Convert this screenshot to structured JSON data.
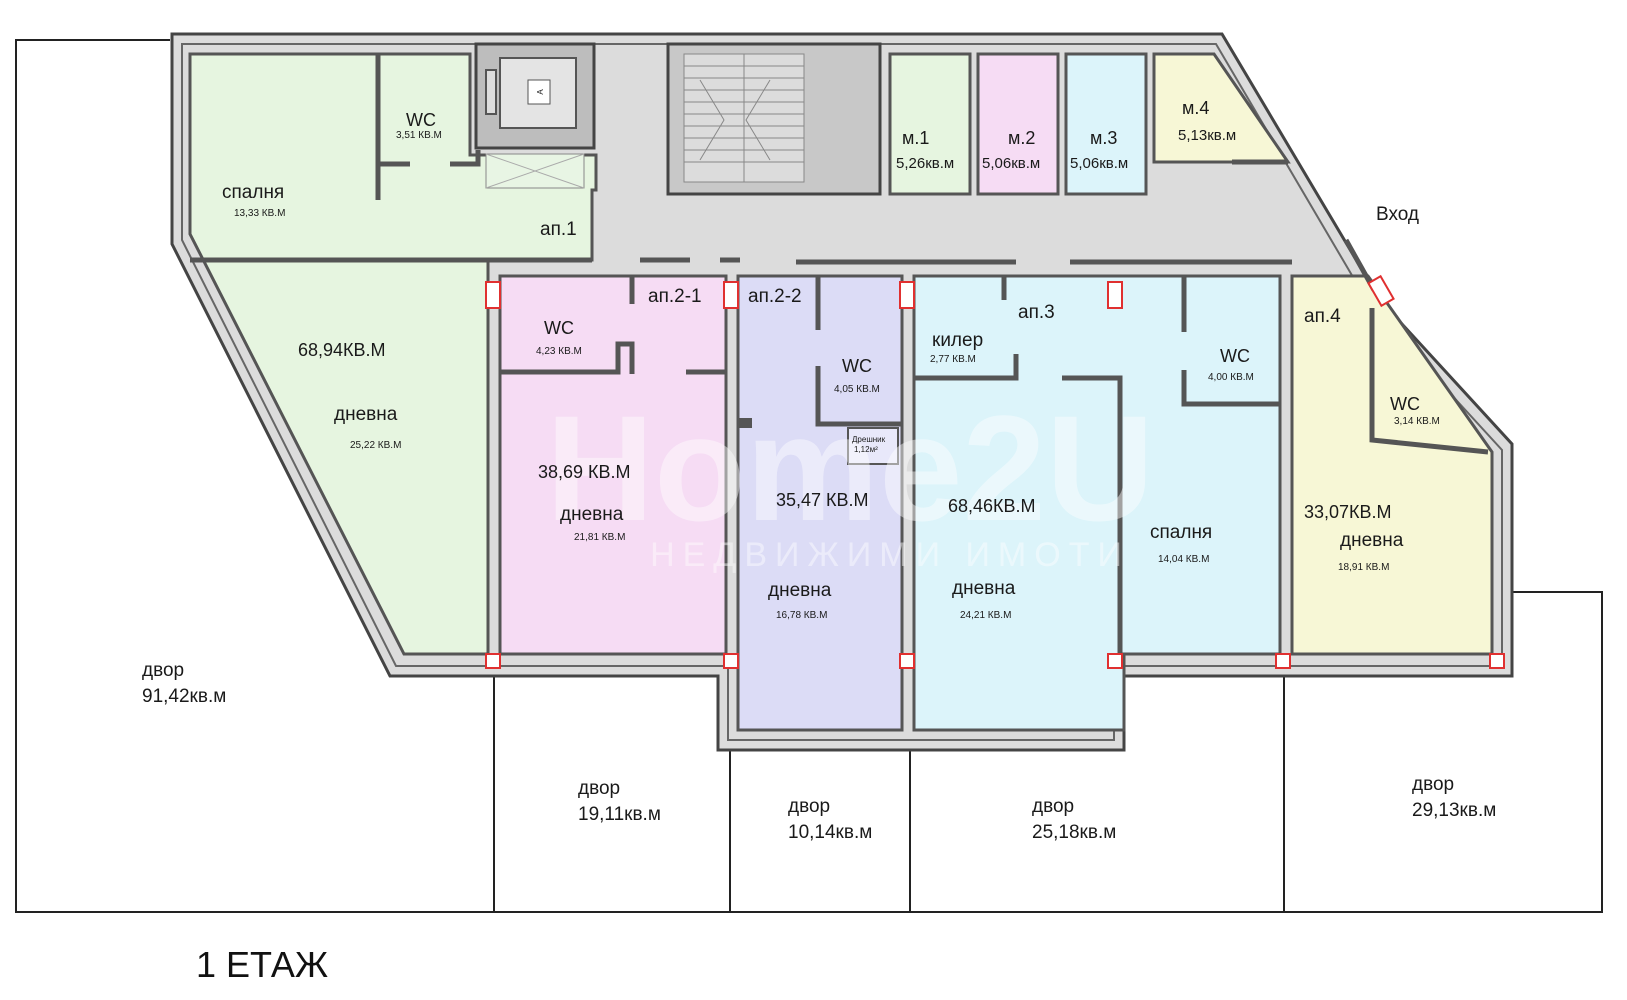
{
  "title": "1 ЕТАЖ",
  "watermark": {
    "brand": "Home2U",
    "tagline": "НЕДВИЖИМИ ИМОТИ"
  },
  "entrance": "Вход",
  "elevator_label": "A",
  "colors": {
    "ap1": "#e6f5e0",
    "ap2_1": "#f6dcf4",
    "ap2_2": "#dcdcf6",
    "ap3": "#dcf4fa",
    "ap4": "#f7f7d6",
    "common": "#dcdcdc",
    "wall": "#555555",
    "column": "#e03030"
  },
  "apartments": {
    "ap1": {
      "name": "ап.1",
      "area": "68,94КВ.М",
      "bedroom": {
        "name": "спалня",
        "area": "13,33 КВ.М"
      },
      "wc": {
        "name": "WC",
        "area": "3,51 КВ.М"
      },
      "living": {
        "name": "дневна",
        "area": "25,22 КВ.М"
      }
    },
    "ap2_1": {
      "name": "ап.2-1",
      "area": "38,69 КВ.М",
      "wc": {
        "name": "WC",
        "area": "4,23 КВ.М"
      },
      "living": {
        "name": "дневна",
        "area": "21,81 КВ.М"
      }
    },
    "ap2_2": {
      "name": "ап.2-2",
      "area": "35,47 КВ.М",
      "wc": {
        "name": "WC",
        "area": "4,05 КВ.М"
      },
      "closet": {
        "name": "Дрешник",
        "area": "1,12м²"
      },
      "living": {
        "name": "дневна",
        "area": "16,78 КВ.М"
      }
    },
    "ap3": {
      "name": "ап.3",
      "area": "68,46КВ.М",
      "pantry": {
        "name": "килер",
        "area": "2,77 КВ.М"
      },
      "wc": {
        "name": "WC",
        "area": "4,00 КВ.М"
      },
      "living": {
        "name": "дневна",
        "area": "24,21 КВ.М"
      },
      "bedroom": {
        "name": "спалня",
        "area": "14,04 КВ.М"
      }
    },
    "ap4": {
      "name": "ап.4",
      "area": "33,07КВ.М",
      "wc": {
        "name": "WC",
        "area": "3,14 КВ.М"
      },
      "living": {
        "name": "дневна",
        "area": "18,91 КВ.М"
      }
    }
  },
  "storage": [
    {
      "name": "м.1",
      "area": "5,26кв.м"
    },
    {
      "name": "м.2",
      "area": "5,06кв.м"
    },
    {
      "name": "м.3",
      "area": "5,06кв.м"
    },
    {
      "name": "м.4",
      "area": "5,13кв.м"
    }
  ],
  "yards": [
    {
      "name": "двор",
      "area": "91,42кв.м"
    },
    {
      "name": "двор",
      "area": "19,11кв.м"
    },
    {
      "name": "двор",
      "area": "10,14кв.м"
    },
    {
      "name": "двор",
      "area": "25,18кв.м"
    },
    {
      "name": "двор",
      "area": "29,13кв.м"
    }
  ]
}
